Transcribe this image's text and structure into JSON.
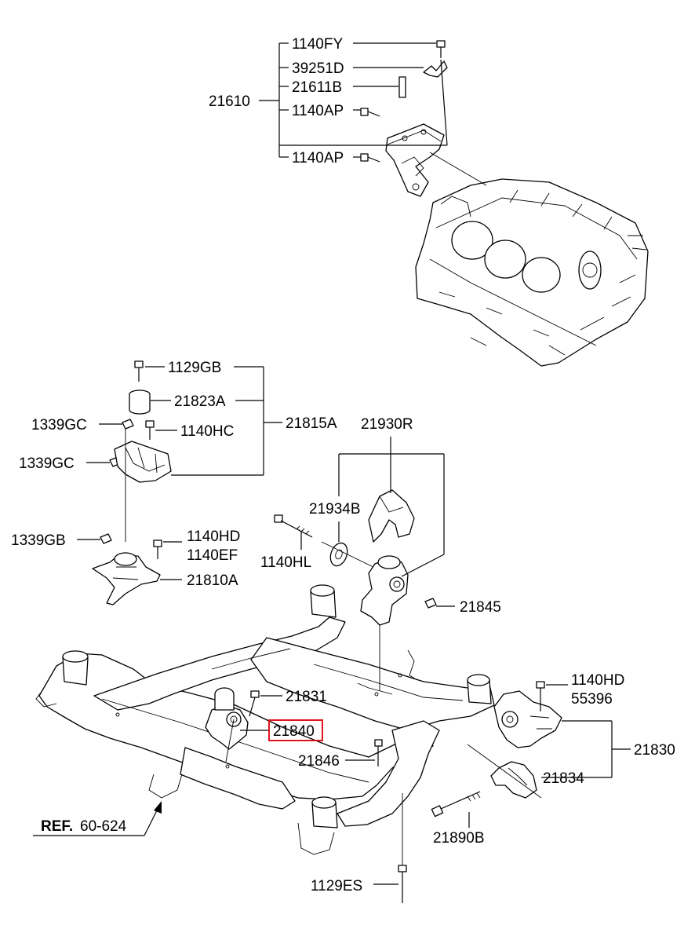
{
  "labels": {
    "p1140FY": "1140FY",
    "p39251D": "39251D",
    "p21611B": "21611B",
    "p21610": "21610",
    "p1140AP_a": "1140AP",
    "p1140AP_b": "1140AP",
    "p1129GB": "1129GB",
    "p21823A": "21823A",
    "p1339GC_a": "1339GC",
    "p1140HC": "1140HC",
    "p21815A": "21815A",
    "p1339GC_b": "1339GC",
    "p21930R": "21930R",
    "p21934B": "21934B",
    "p1339GB": "1339GB",
    "p1140HD_a": "1140HD",
    "p1140EF": "1140EF",
    "p1140HL": "1140HL",
    "p21810A": "21810A",
    "p21845": "21845",
    "p21831": "21831",
    "p21840": "21840",
    "p1140HD_b": "1140HD",
    "p55396": "55396",
    "p21846": "21846",
    "p21830": "21830",
    "p21834": "21834",
    "p21890B": "21890B",
    "p1129ES": "1129ES",
    "ref_bold": "REF.",
    "ref_num": "60-624"
  },
  "highlight": {
    "part": "21840",
    "color": "#e0141e"
  }
}
